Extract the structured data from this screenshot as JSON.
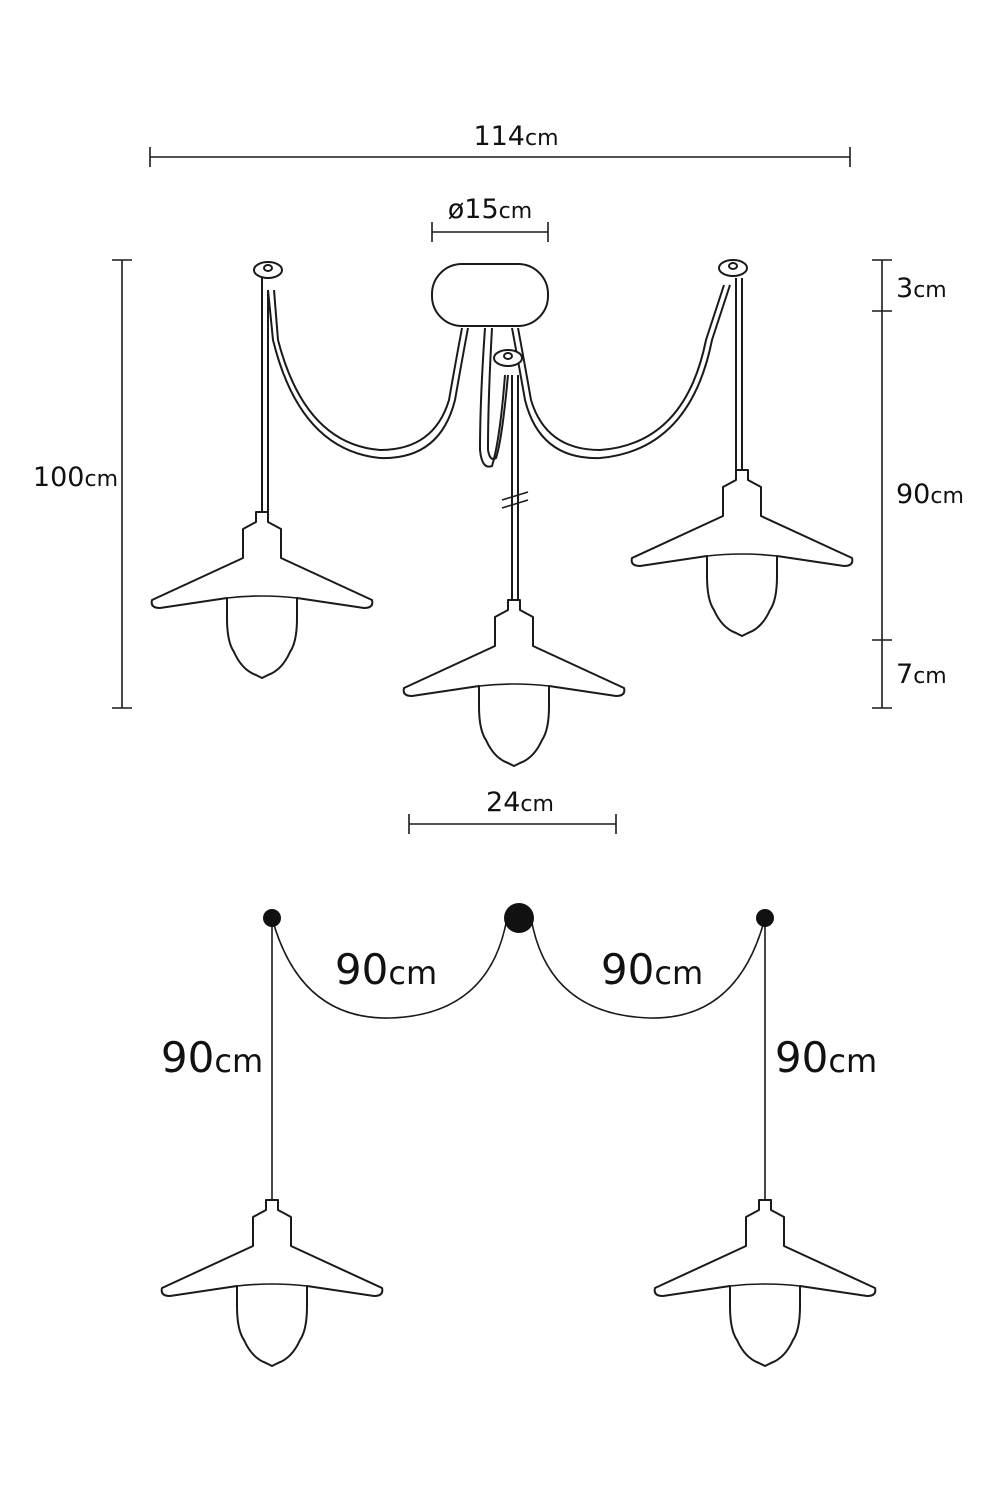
{
  "colors": {
    "ink": "#1a1a1a",
    "background": "#ffffff"
  },
  "top_view": {
    "overall_width": {
      "value": "114",
      "unit": "cm"
    },
    "canopy_diameter": {
      "value": "ø15",
      "unit": "cm"
    },
    "total_height": {
      "value": "100",
      "unit": "cm"
    },
    "canopy_height": {
      "value": "3",
      "unit": "cm"
    },
    "cable_length": {
      "value": "90",
      "unit": "cm"
    },
    "shade_height": {
      "value": "7",
      "unit": "cm"
    },
    "shade_width": {
      "value": "24",
      "unit": "cm"
    }
  },
  "bottom_view": {
    "left_swag": {
      "value": "90",
      "unit": "cm"
    },
    "right_swag": {
      "value": "90",
      "unit": "cm"
    },
    "left_drop": {
      "value": "90",
      "unit": "cm"
    },
    "right_drop": {
      "value": "90",
      "unit": "cm"
    }
  }
}
